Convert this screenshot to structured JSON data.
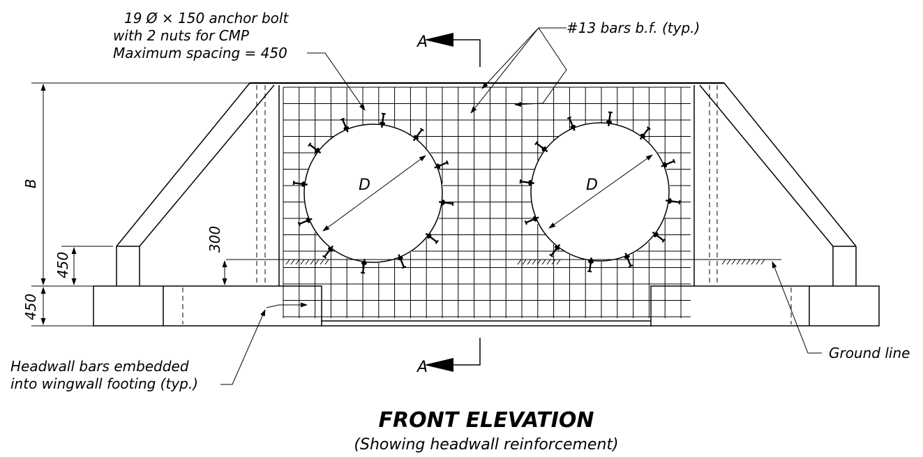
{
  "notes": {
    "anchor": {
      "line1": "19 Ø × 150 anchor bolt",
      "line2": "with 2 nuts for CMP",
      "line3": "Maximum spacing = 450"
    },
    "bars": "#13 bars b.f. (typ.)",
    "headwall": {
      "line1": "Headwall bars embedded",
      "line2": "into wingwall footing (typ.)"
    },
    "ground": "Ground line"
  },
  "section": {
    "label": "A"
  },
  "dimensions": {
    "B": "B",
    "wall_450": "450",
    "footing_450": "450",
    "cover_300": "300",
    "diameter": "D"
  },
  "title": {
    "main": "FRONT ELEVATION",
    "sub": "(Showing headwall reinforcement)"
  }
}
